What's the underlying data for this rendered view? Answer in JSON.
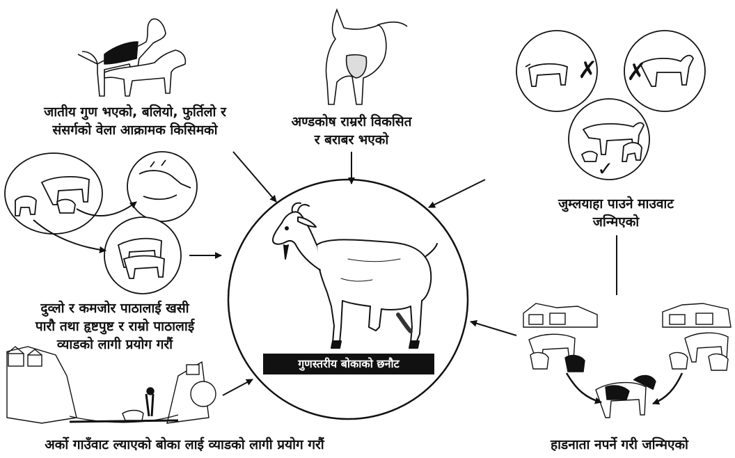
{
  "title": "गुणस्तरीय बोकाको छनौट",
  "criteria": {
    "good_breed": {
      "lines": [
        "जातीय गुण भएको, बलियो, फुर्तिलो र",
        "संसर्गको वेला आक्रामक किसिमको"
      ]
    },
    "testes": {
      "lines": [
        "अण्डकोष राम्ररी विकसित",
        "र बराबर भएको"
      ]
    },
    "twins_mother": {
      "lines": [
        "जुम्लयाहा पाउने माउवाट",
        "जन्मिएको"
      ]
    },
    "castrate_weak": {
      "lines": [
        "दुव्लो र कमजोर पाठालाई खसी",
        "पारौ तथा हृष्टपुष्ट र राम्रो पाठालाई",
        "व्याडको लागी प्रयोग गरौं"
      ]
    },
    "other_village": {
      "lines": [
        "अर्को गाउँवाट ल्याएको बोका लाई व्याडको लागी प्रयोग गरौं"
      ]
    },
    "no_inbreeding": {
      "lines": [
        "हाडनाता नपर्ने गरी जन्मिएको"
      ]
    }
  },
  "marks": {
    "reject": "✗",
    "accept": "✓"
  }
}
